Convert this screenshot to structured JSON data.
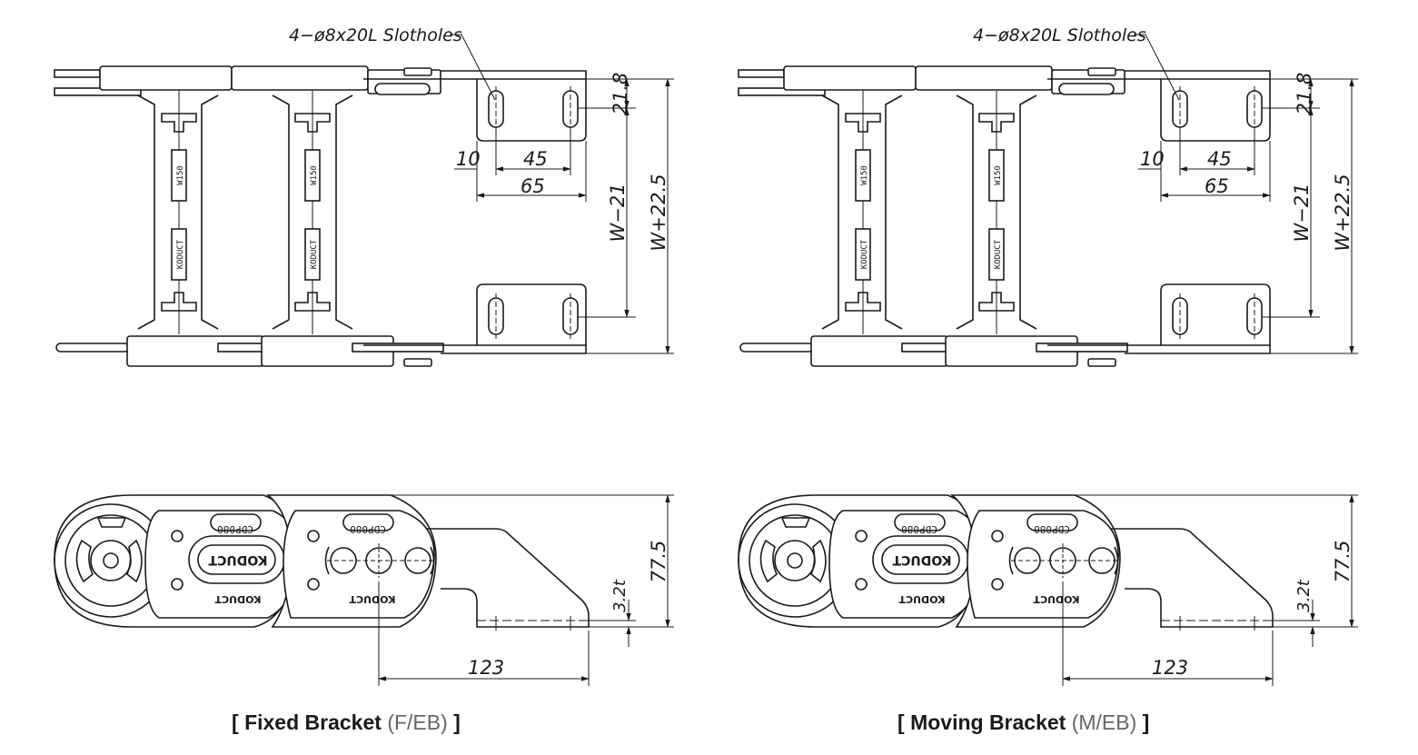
{
  "drawings": [
    {
      "slot_label": "4−ø8x20L Slotholes",
      "dim_21_8": "21.8",
      "dim_10": "10",
      "dim_45": "45",
      "dim_65": "65",
      "dim_w_minus": "W−21",
      "dim_w_plus": "W+22.5",
      "dim_77_5": "77.5",
      "dim_3_2t": "3.2t",
      "dim_123": "123",
      "link_width_mark": "W150",
      "link_brand_mark": "KODUCT",
      "side_model": "CDP080",
      "side_brand": "KODUCT",
      "caption": {
        "open": "[",
        "main": "Fixed Bracket",
        "paren": "(F/EB)",
        "close": "]"
      }
    },
    {
      "slot_label": "4−ø8x20L Slotholes",
      "dim_21_8": "21.8",
      "dim_10": "10",
      "dim_45": "45",
      "dim_65": "65",
      "dim_w_minus": "W−21",
      "dim_w_plus": "W+22.5",
      "dim_77_5": "77.5",
      "dim_3_2t": "3.2t",
      "dim_123": "123",
      "link_width_mark": "W150",
      "link_brand_mark": "KODUCT",
      "side_model": "CDP080",
      "side_brand": "KODUCT",
      "caption": {
        "open": "[",
        "main": "Moving Bracket",
        "paren": "(M/EB)",
        "close": "]"
      }
    }
  ]
}
